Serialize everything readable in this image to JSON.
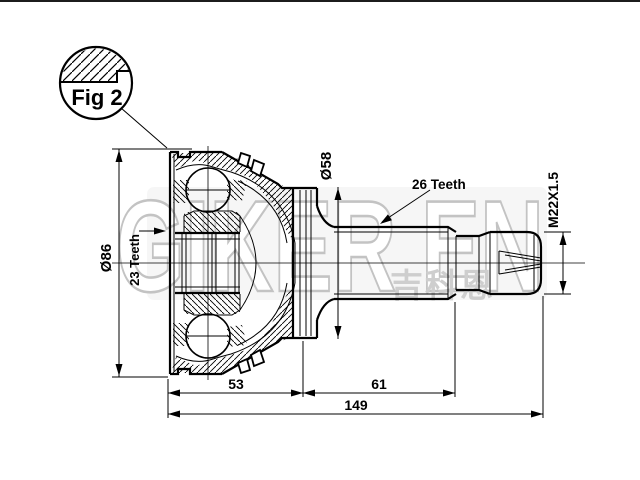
{
  "figure": {
    "detail_label": "Fig 2"
  },
  "dimensions": {
    "outer_diameter": "Ø86",
    "hub_spline": "23 Teeth",
    "groove_diameter": "Ø58",
    "shaft_spline": "26 Teeth",
    "thread": "M22X1.5",
    "length_body": "53",
    "length_shaft": "61",
    "length_total": "149"
  },
  "watermark": {
    "text_latin": "GIKER EN",
    "text_cjk": "吉科恩"
  },
  "colors": {
    "line": "#000000",
    "watermark_outline": "#c3c3c3",
    "background": "#ffffff"
  }
}
